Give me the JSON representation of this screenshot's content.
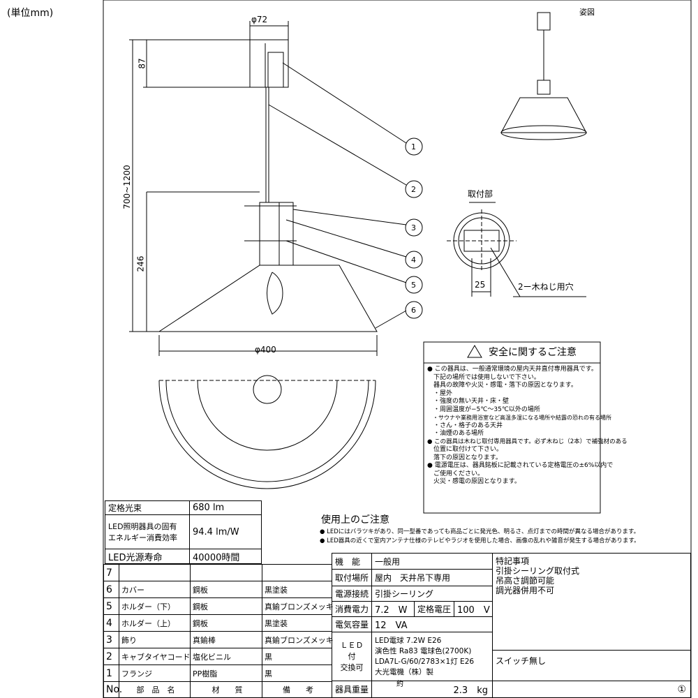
{
  "unit": "(単位mm)",
  "view_label": "姿図",
  "mount_label": "取付部",
  "dims": {
    "d72": "φ72",
    "h87": "87",
    "h700": "700~1200",
    "h246": "246",
    "d400": "φ400",
    "w25": "25",
    "screw": "2ー木ねじ用穴"
  },
  "callouts": [
    "1",
    "2",
    "3",
    "4",
    "5",
    "6"
  ],
  "safety": {
    "title": "安全に関するご注意",
    "lines": [
      "● この器具は、一般通常環境の屋内天井直付専用器具です。",
      "　下記の場所では使用しないで下さい。",
      "　器具の故障や火災・感電・落下の原因となります。",
      "　・屋外",
      "　・強度の無い天井・床・壁",
      "　・周囲温度が−5℃〜35℃以外の場所",
      "　・サウナや業務用浴室など高温多湿になる場所や結露の恐れの有る場所",
      "　・さん・格子のある天井",
      "　・油煙のある場所",
      "● この器具は木ねじ取付専用器具です。必ず木ねじ（2本）で補強材のある",
      "　位置に取付けて下さい。",
      "　落下の原因となります。",
      "● 電源電圧は、器具銘板に記載されている定格電圧の±6%以内で",
      "　ご使用ください。",
      "　火災・感電の原因となります。"
    ]
  },
  "usage": {
    "title": "使用上のご注意",
    "lines": [
      "● LEDにはバラツキがあり、同一型番であっても商品ごとに発光色、明るさ、点灯までの時間が異なる場合があります。",
      "● LED器具の近くで室内アンテナ仕様のテレビやラジオを使用した場合、画像の乱れや雑音が発生する場合があります。"
    ]
  },
  "perf": [
    {
      "label": "定格光束",
      "value": "680 lm"
    },
    {
      "label": "LED照明器具の固有エネルギー消費効率",
      "label1": "LED照明器具の固有",
      "label2": "エネルギー消費効率",
      "value": "94.4 lm/W"
    },
    {
      "label": "LED光源寿命",
      "value": "40000時間"
    }
  ],
  "parts": {
    "header": {
      "no": "No.",
      "name": "部　品　名",
      "material": "材　　質",
      "note": "備　　考"
    },
    "rows": [
      {
        "no": "7",
        "name": "",
        "material": "",
        "note": ""
      },
      {
        "no": "6",
        "name": "カバー",
        "material": "鋼板",
        "note": "黒塗装"
      },
      {
        "no": "5",
        "name": "ホルダー（下）",
        "material": "鋼板",
        "note": "真鍮ブロンズメッキ"
      },
      {
        "no": "4",
        "name": "ホルダー（上）",
        "material": "鋼板",
        "note": "黒塗装"
      },
      {
        "no": "3",
        "name": "飾り",
        "material": "真鍮棒",
        "note": "真鍮ブロンズメッキ"
      },
      {
        "no": "2",
        "name": "キャブタイヤコード",
        "material": "塩化ビニル",
        "note": "黒"
      },
      {
        "no": "1",
        "name": "フランジ",
        "material": "PP樹脂",
        "note": "黒"
      }
    ]
  },
  "spec": {
    "function": {
      "label": "機　能",
      "value": "一般用"
    },
    "place": {
      "label": "取付場所",
      "value": "屋内　天井吊下専用"
    },
    "power_conn": {
      "label": "電源接続",
      "value": "引掛シーリング"
    },
    "consumption": {
      "label": "消費電力",
      "value": "7.2　W",
      "v_label": "定格電圧",
      "v_value": "100　V"
    },
    "capacity": {
      "label": "電気容量",
      "value": "12　VA"
    },
    "led": {
      "label1": "ＬＥＤ",
      "label2": "付",
      "label3": "交換可",
      "lines": [
        "LED電球 7.2W E26",
        "演色性 Ra83 電球色(2700K)",
        "LDA7L-G/60/2783×1灯 E26",
        "大光電機（株）製"
      ]
    },
    "weight": {
      "label": "器具重量",
      "approx": "約",
      "value": "2.3　kg"
    },
    "special_title": "特記事項",
    "special": [
      "引掛シーリング取付式",
      "吊高さ調節可能",
      "調光器併用不可"
    ],
    "switch": "スイッチ無し",
    "page": "①"
  }
}
